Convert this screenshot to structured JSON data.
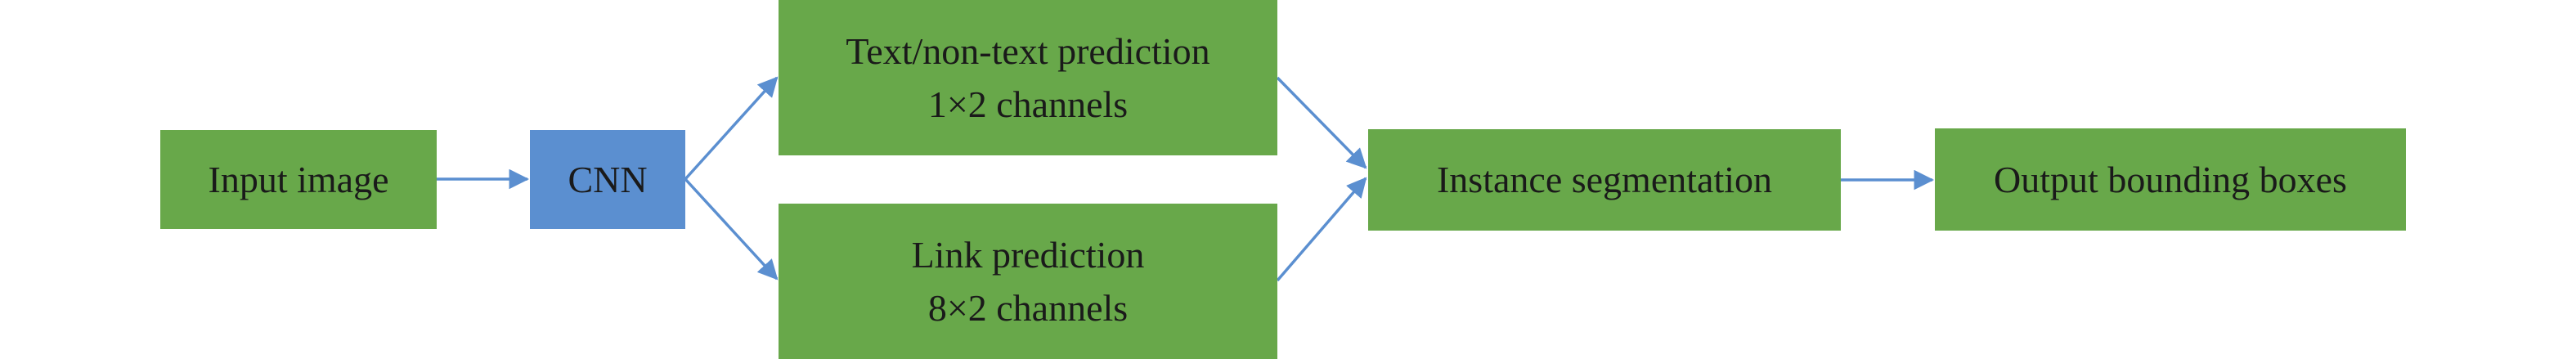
{
  "diagram": {
    "nodes": {
      "input": {
        "lines": [
          "Input image"
        ]
      },
      "cnn": {
        "lines": [
          "CNN"
        ]
      },
      "text": {
        "lines": [
          "Text/non-text prediction",
          "1×2 channels"
        ]
      },
      "link": {
        "lines": [
          "Link prediction",
          "8×2 channels"
        ]
      },
      "instance": {
        "lines": [
          "Instance segmentation"
        ]
      },
      "output": {
        "lines": [
          "Output bounding boxes"
        ]
      }
    },
    "edges": [
      [
        "input",
        "cnn"
      ],
      [
        "cnn",
        "text"
      ],
      [
        "cnn",
        "link"
      ],
      [
        "text",
        "instance"
      ],
      [
        "link",
        "instance"
      ],
      [
        "instance",
        "output"
      ]
    ],
    "colors": {
      "node_fill": "#68a84a",
      "cnn_fill": "#5b8fd0",
      "arrow": "#5b8fd0"
    }
  }
}
